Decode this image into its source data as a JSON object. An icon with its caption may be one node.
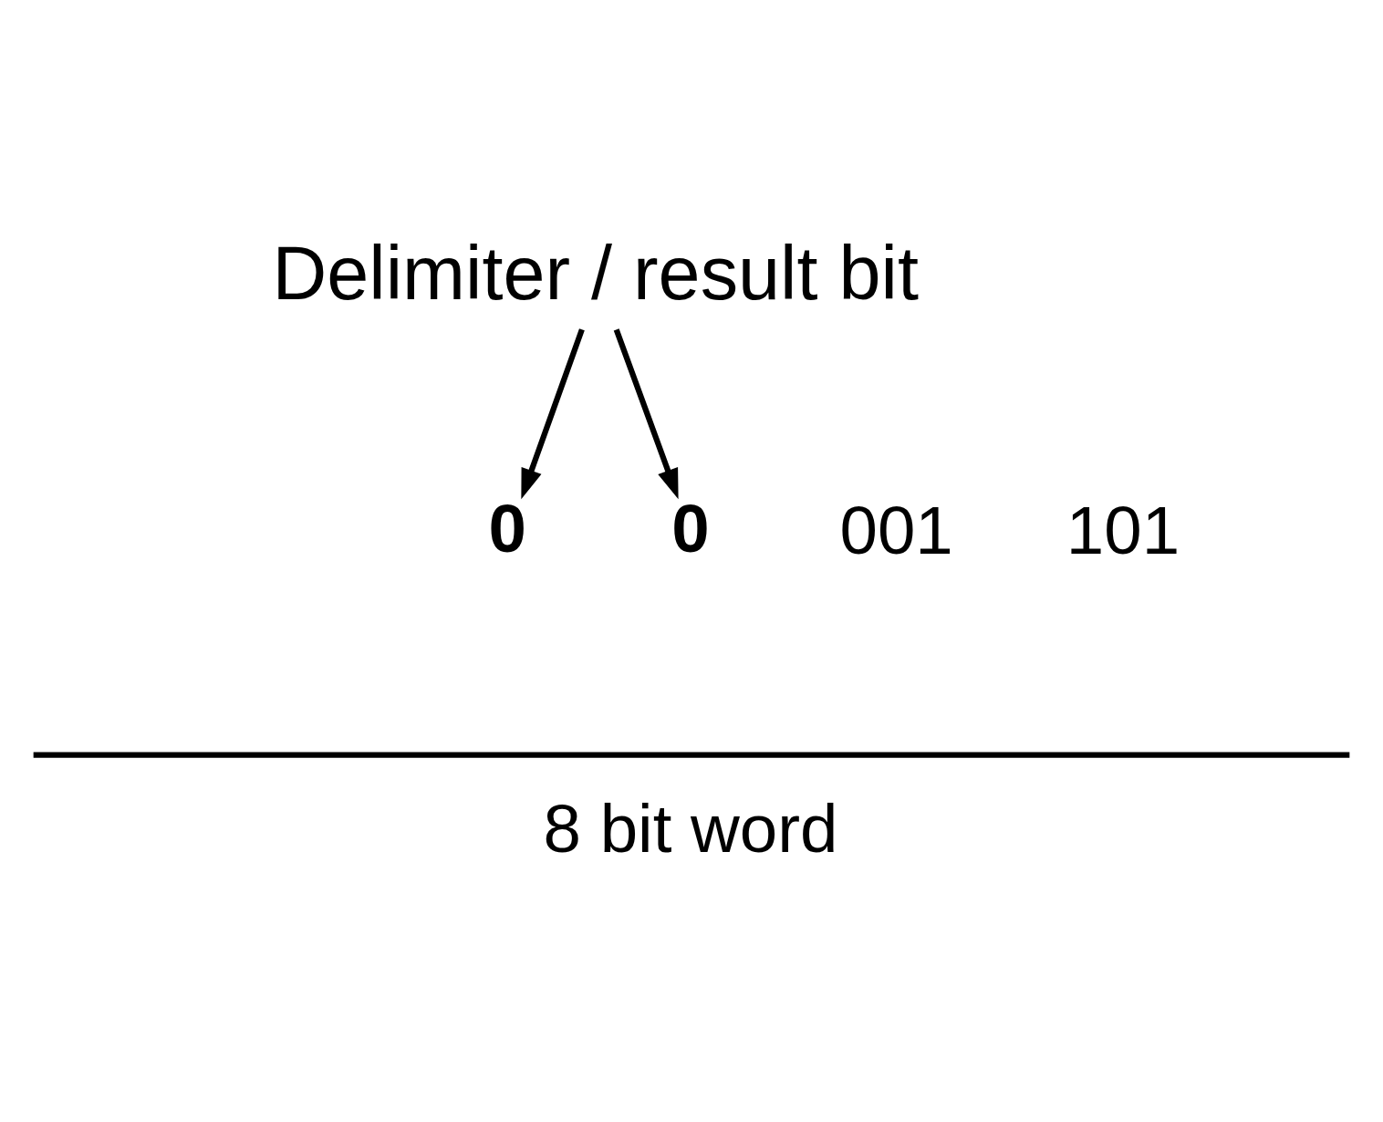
{
  "diagram": {
    "nodes": [
      {
        "text": [
          "Delimiter / result bit"
        ]
      },
      {
        "text": [
          "0"
        ]
      },
      {
        "text": [
          "001"
        ]
      },
      {
        "text": [
          "0"
        ]
      },
      {
        "text": [
          "101"
        ]
      }
    ],
    "edges": [
      {
        "from": 0,
        "to": 1,
        "arrow": "to"
      },
      {
        "from": 0,
        "to": 3,
        "arrow": "to"
      }
    ],
    "labels": [
      "8 bit word"
    ]
  }
}
